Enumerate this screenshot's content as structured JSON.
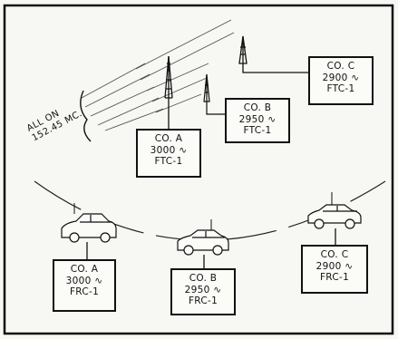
{
  "signal_label": {
    "line1": "ALL ON",
    "line2": "152.45 MC."
  },
  "transmitters": [
    {
      "company": "CO. C",
      "frequency": "2900 ∿",
      "model": "FTC-1"
    },
    {
      "company": "CO. B",
      "frequency": "2950 ∿",
      "model": "FTC-1"
    },
    {
      "company": "CO. A",
      "frequency": "3000 ∿",
      "model": "FTC-1"
    }
  ],
  "receivers": [
    {
      "company": "CO. A",
      "frequency": "3000 ∿",
      "model": "FRC-1"
    },
    {
      "company": "CO. B",
      "frequency": "2950 ∿",
      "model": "FRC-1"
    },
    {
      "company": "CO. C",
      "frequency": "2900 ∿",
      "model": "FRC-1"
    }
  ],
  "colors": {
    "ink": "#111111",
    "paper": "#f7f7f4"
  }
}
